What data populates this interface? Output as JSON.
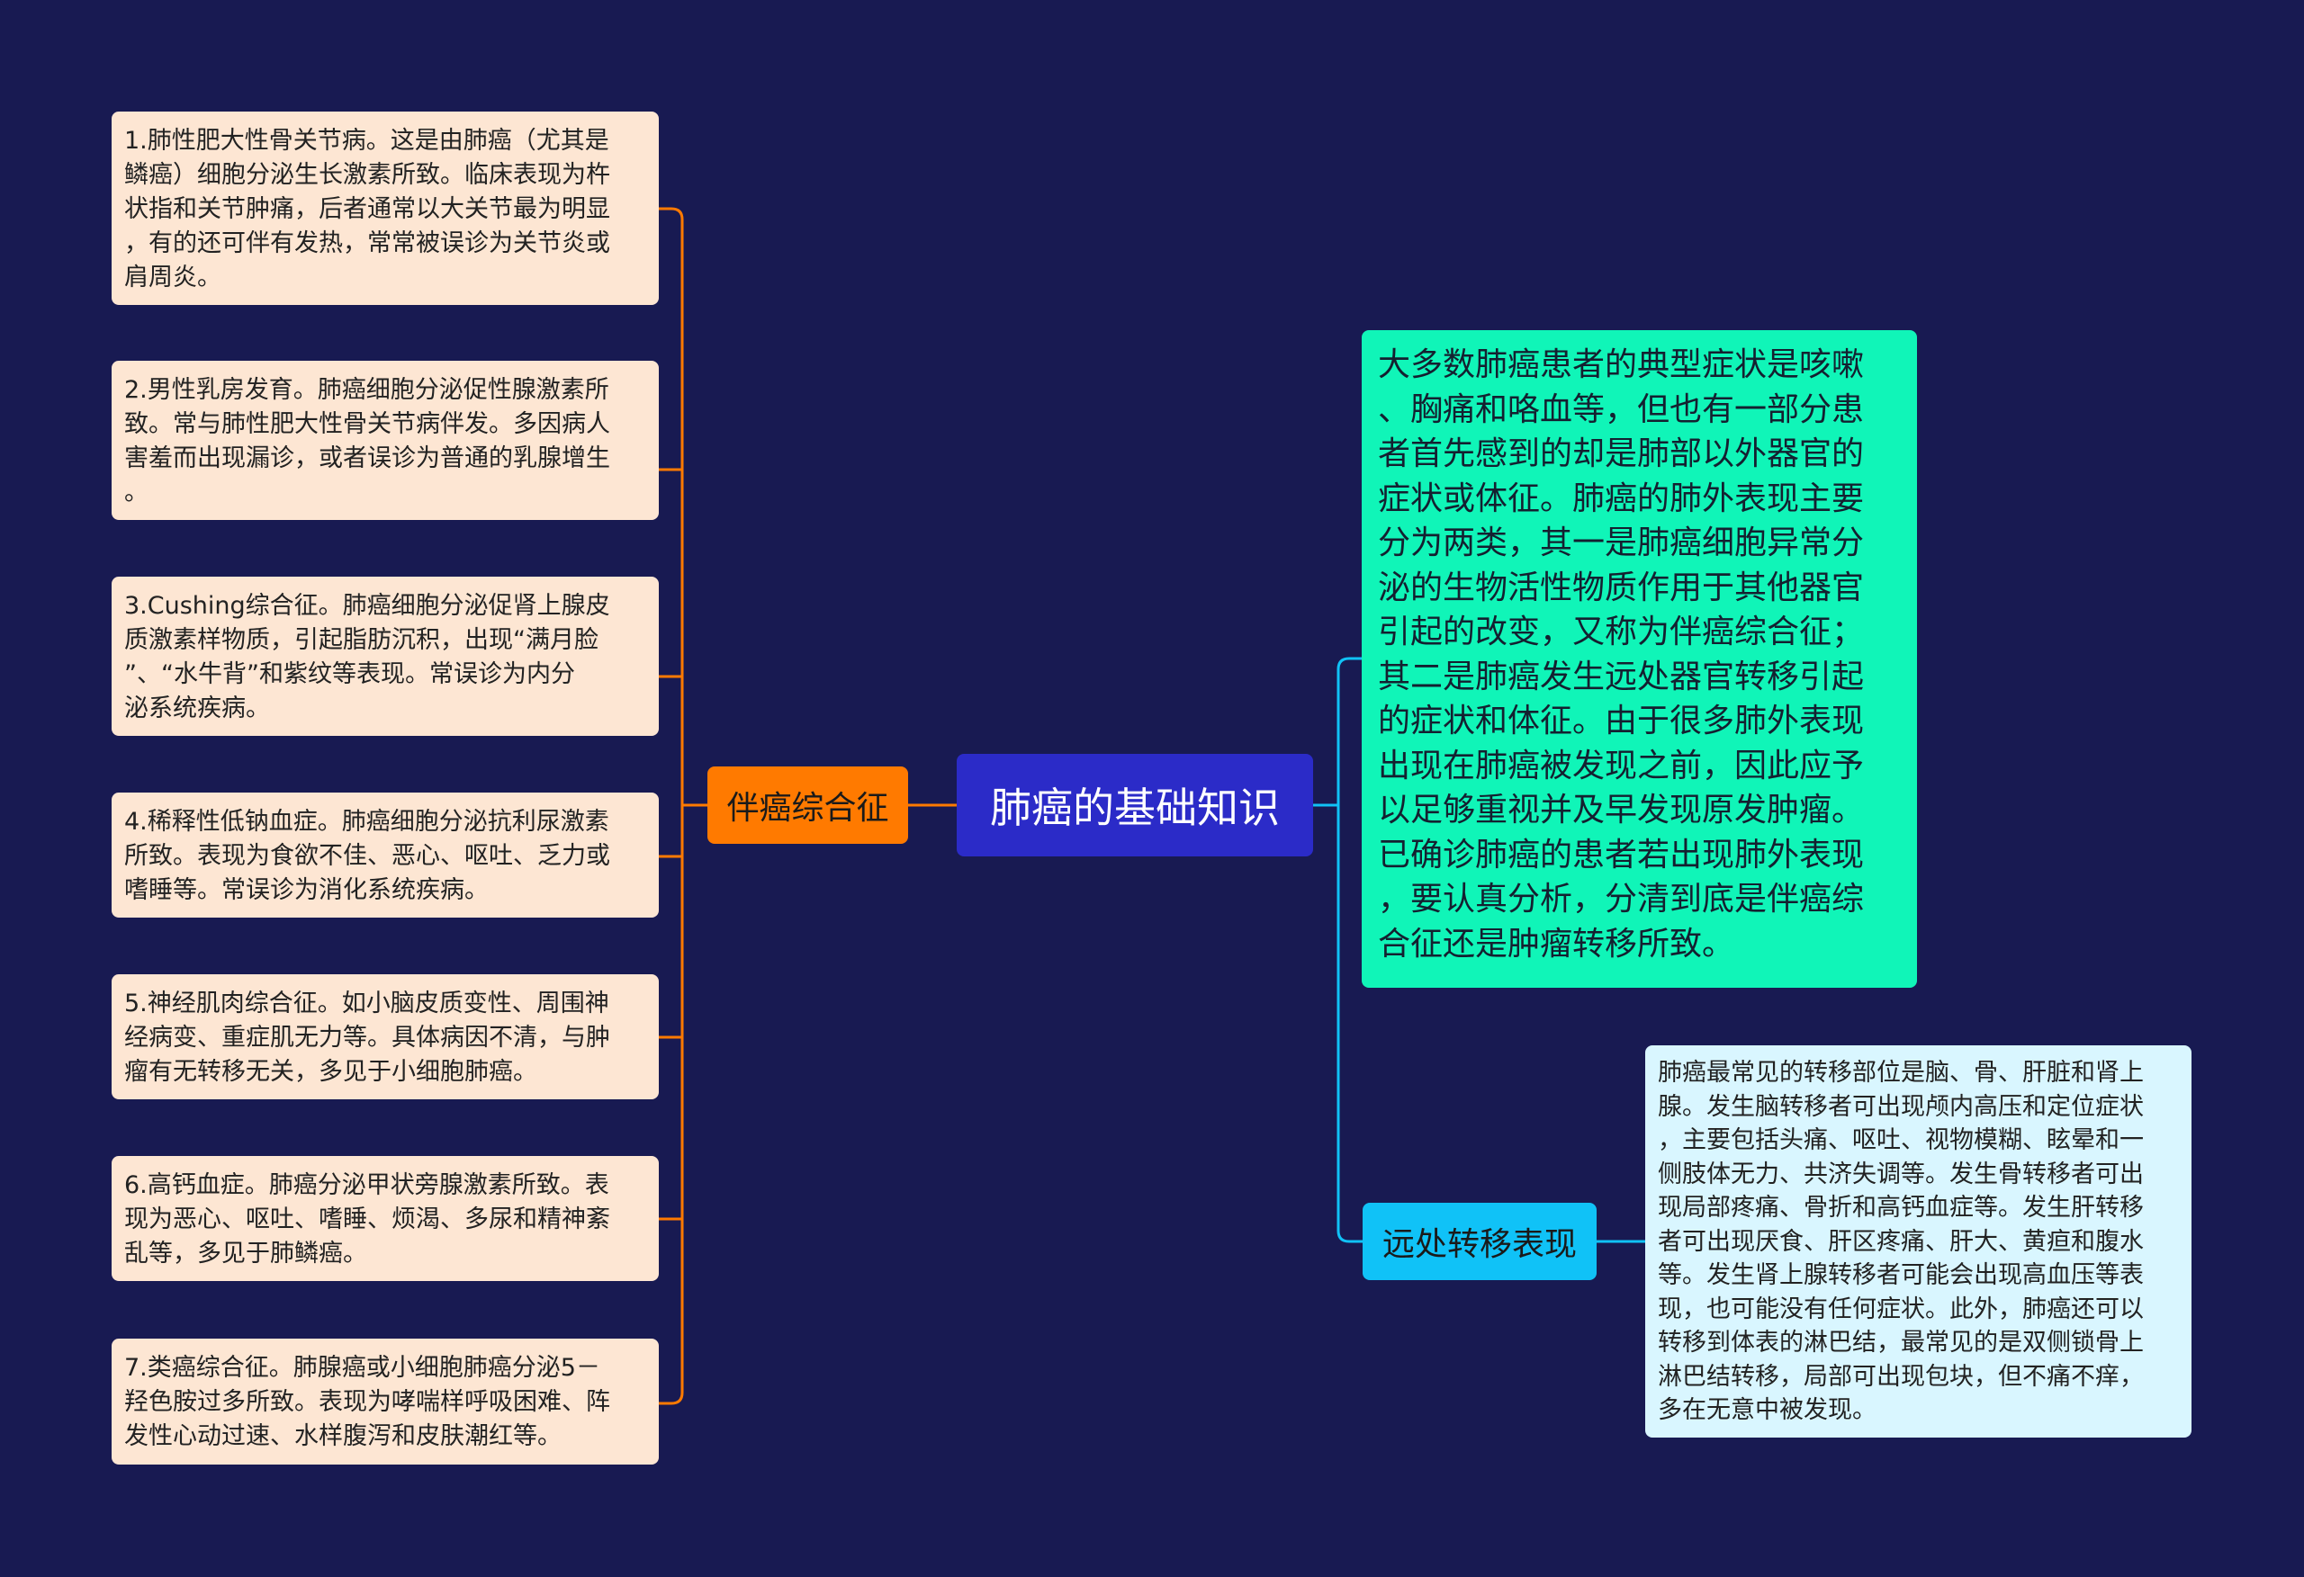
{
  "root": {
    "title": "肺癌的基础知识"
  },
  "left_branch": {
    "label": "伴癌综合征",
    "items": [
      "1.肺性肥大性骨关节病。这是由肺癌（尤其是\n鳞癌）细胞分泌生长激素所致。临床表现为杵\n状指和关节肿痛，后者通常以大关节最为明显\n，有的还可伴有发热，常常被误诊为关节炎或\n肩周炎。",
      "2.男性乳房发育。肺癌细胞分泌促性腺激素所\n致。常与肺性肥大性骨关节病伴发。多因病人\n害羞而出现漏诊，或者误诊为普通的乳腺增生\n。",
      "3.Cushing综合征。肺癌细胞分泌促肾上腺皮\n质激素样物质，引起脂肪沉积，出现“满月脸\n”、“水牛背”和紫纹等表现。常误诊为内分\n泌系统疾病。",
      "4.稀释性低钠血症。肺癌细胞分泌抗利尿激素\n所致。表现为食欲不佳、恶心、呕吐、乏力或\n嗜睡等。常误诊为消化系统疾病。",
      "5.神经肌肉综合征。如小脑皮质变性、周围神\n经病变、重症肌无力等。具体病因不清，与肿\n瘤有无转移无关，多见于小细胞肺癌。",
      "6.高钙血症。肺癌分泌甲状旁腺激素所致。表\n现为恶心、呕吐、嗜睡、烦渴、多尿和精神紊\n乱等，多见于肺鳞癌。",
      "7.类癌综合征。肺腺癌或小细胞肺癌分泌5－\n羟色胺过多所致。表现为哮喘样呼吸困难、阵\n发性心动过速、水样腹泻和皮肤潮红等。"
    ]
  },
  "right_intro": {
    "text": "大多数肺癌患者的典型症状是咳嗽\n、胸痛和咯血等，但也有一部分患\n者首先感到的却是肺部以外器官的\n症状或体征。肺癌的肺外表现主要\n分为两类，其一是肺癌细胞异常分\n泌的生物活性物质作用于其他器官\n引起的改变，又称为伴癌综合征；\n其二是肺癌发生远处器官转移引起\n的症状和体征。由于很多肺外表现\n出现在肺癌被发现之前，因此应予\n以足够重视并及早发现原发肿瘤。\n已确诊肺癌的患者若出现肺外表现\n，要认真分析，分清到底是伴癌综\n合征还是肿瘤转移所致。"
  },
  "right_branch": {
    "label": "远处转移表现",
    "detail": "肺癌最常见的转移部位是脑、骨、肝脏和肾上\n腺。发生脑转移者可出现颅内高压和定位症状\n，主要包括头痛、呕吐、视物模糊、眩晕和一\n侧肢体无力、共济失调等。发生骨转移者可出\n现局部疼痛、骨折和高钙血症等。发生肝转移\n者可出现厌食、肝区疼痛、肝大、黄疸和腹水\n等。发生肾上腺转移者可能会出现高血压等表\n现，也可能没有任何症状。此外，肺癌还可以\n转移到体表的淋巴结，最常见的是双侧锁骨上\n淋巴结转移，局部可出现包块，但不痛不痒，\n多在无意中被发现。"
  },
  "colors": {
    "background": "#181a52",
    "root": "#2b2bc8",
    "left_branch": "#ff7a00",
    "left_leaf": "#fde6d3",
    "right_intro": "#10f5b8",
    "right_branch": "#10c2f7",
    "right_detail": "#d9f6ff"
  }
}
